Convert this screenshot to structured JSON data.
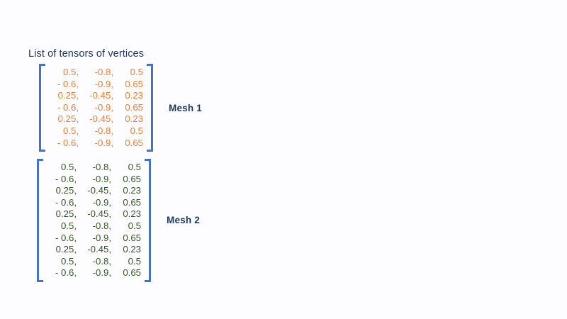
{
  "slide": {
    "background_color": "#fdfdff",
    "title": "List of tensors of vertices"
  },
  "palette": {
    "title_color": "#1f3864",
    "bracket_color": "#4472c4",
    "mesh1_number_color": "#ed7d31",
    "mesh2_number_color": "#375623",
    "label_color": "#1f3864"
  },
  "tensors": [
    {
      "label": "Mesh 1",
      "number_color": "#ed7d31",
      "row_count": 7,
      "column_count": 3,
      "rows": [
        [
          "0.5,",
          "-0.8,",
          "0.5"
        ],
        [
          "- 0.6,",
          "-0.9,",
          "0.65"
        ],
        [
          "0.25,",
          "-0.45,",
          "0.23"
        ],
        [
          "- 0.6,",
          "-0.9,",
          "0.65"
        ],
        [
          "0.25,",
          "-0.45,",
          "0.23"
        ],
        [
          "0.5,",
          "-0.8,",
          "0.5"
        ],
        [
          "- 0.6,",
          "-0.9,",
          "0.65"
        ]
      ]
    },
    {
      "label": "Mesh 2",
      "number_color": "#375623",
      "row_count": 10,
      "column_count": 3,
      "rows": [
        [
          "0.5,",
          "-0.8,",
          "0.5"
        ],
        [
          "- 0.6,",
          "-0.9,",
          "0.65"
        ],
        [
          "0.25,",
          "-0.45,",
          "0.23"
        ],
        [
          "- 0.6,",
          "-0.9,",
          "0.65"
        ],
        [
          "0.25,",
          "-0.45,",
          "0.23"
        ],
        [
          "0.5,",
          "-0.8,",
          "0.5"
        ],
        [
          "- 0.6,",
          "-0.9,",
          "0.65"
        ],
        [
          "0.25,",
          "-0.45,",
          "0.23"
        ],
        [
          "0.5,",
          "-0.8,",
          "0.5"
        ],
        [
          "- 0.6,",
          "-0.9,",
          "0.65"
        ]
      ]
    }
  ]
}
